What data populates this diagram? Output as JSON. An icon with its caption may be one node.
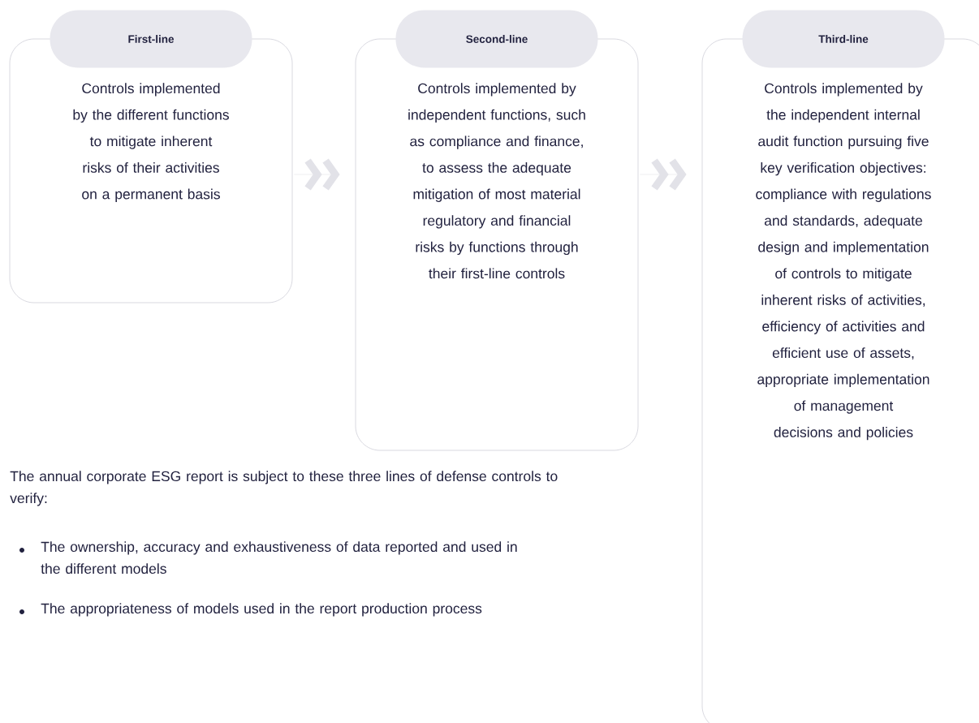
{
  "diagram": {
    "nodes": [
      {
        "text": [
          "First-line",
          "Controls implemented by the different functions to mitigate inherent risks of their activities on a permanent basis"
        ]
      },
      {
        "text": [
          "Second-line",
          "Controls implemented by independent functions, such as compliance and finance, to assess the adequate mitigation of most material regulatory and financial risks by functions through their first-line controls"
        ]
      },
      {
        "text": [
          "Third-line",
          "Controls implemented by the independent internal audit function pursuing five key verification objectives: compliance with regulations and standards, adequate design and implementation of controls to mitigate inherent risks of activities, efficiency of activities and efficient use of assets, appropriate implementation of management decisions and policies"
        ]
      }
    ],
    "edges": [
      {
        "from": 0,
        "to": 1,
        "arrow": "to"
      },
      {
        "from": 1,
        "to": 2,
        "arrow": "to"
      }
    ],
    "labels": [
      "The annual corporate ESG report is subject to these three lines of defense controls to verify:",
      "The ownership, accuracy and exhaustiveness of data reported and used in the different models",
      "The appropriateness of models used in the report production process"
    ]
  }
}
